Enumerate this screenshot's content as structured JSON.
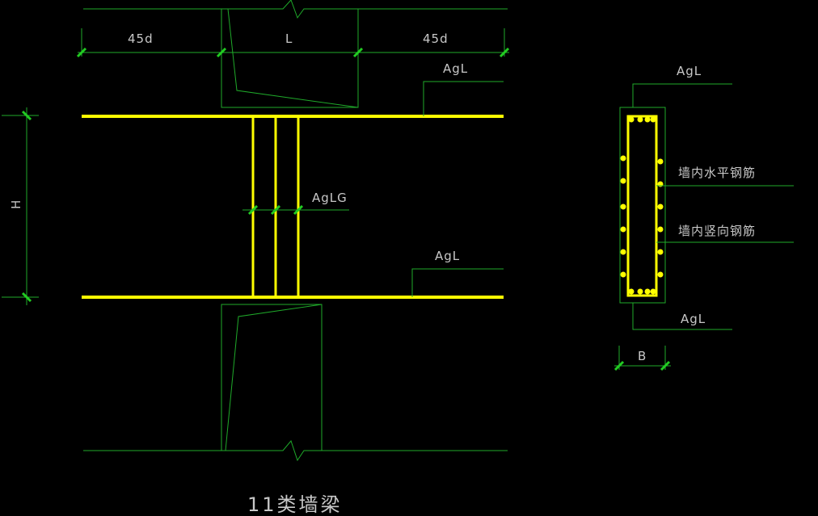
{
  "colors": {
    "background": "#000000",
    "line": "#1faa2a",
    "rebar": "#ffff00",
    "text": "#c8c8c8",
    "tick": "#22cc22"
  },
  "elevation": {
    "dim_left": "45d",
    "dim_mid": "L",
    "dim_right": "45d",
    "height_label": "H",
    "top_bar_label": "AgL",
    "stirrup_label": "AgLG",
    "bottom_bar_label": "AgL"
  },
  "section": {
    "top_label": "AgL",
    "horizontal_bars_label": "墙内水平钢筋",
    "vertical_bars_label": "墙内竖向钢筋",
    "bottom_label": "AgL",
    "width_label": "B"
  },
  "title": "11类墙梁"
}
